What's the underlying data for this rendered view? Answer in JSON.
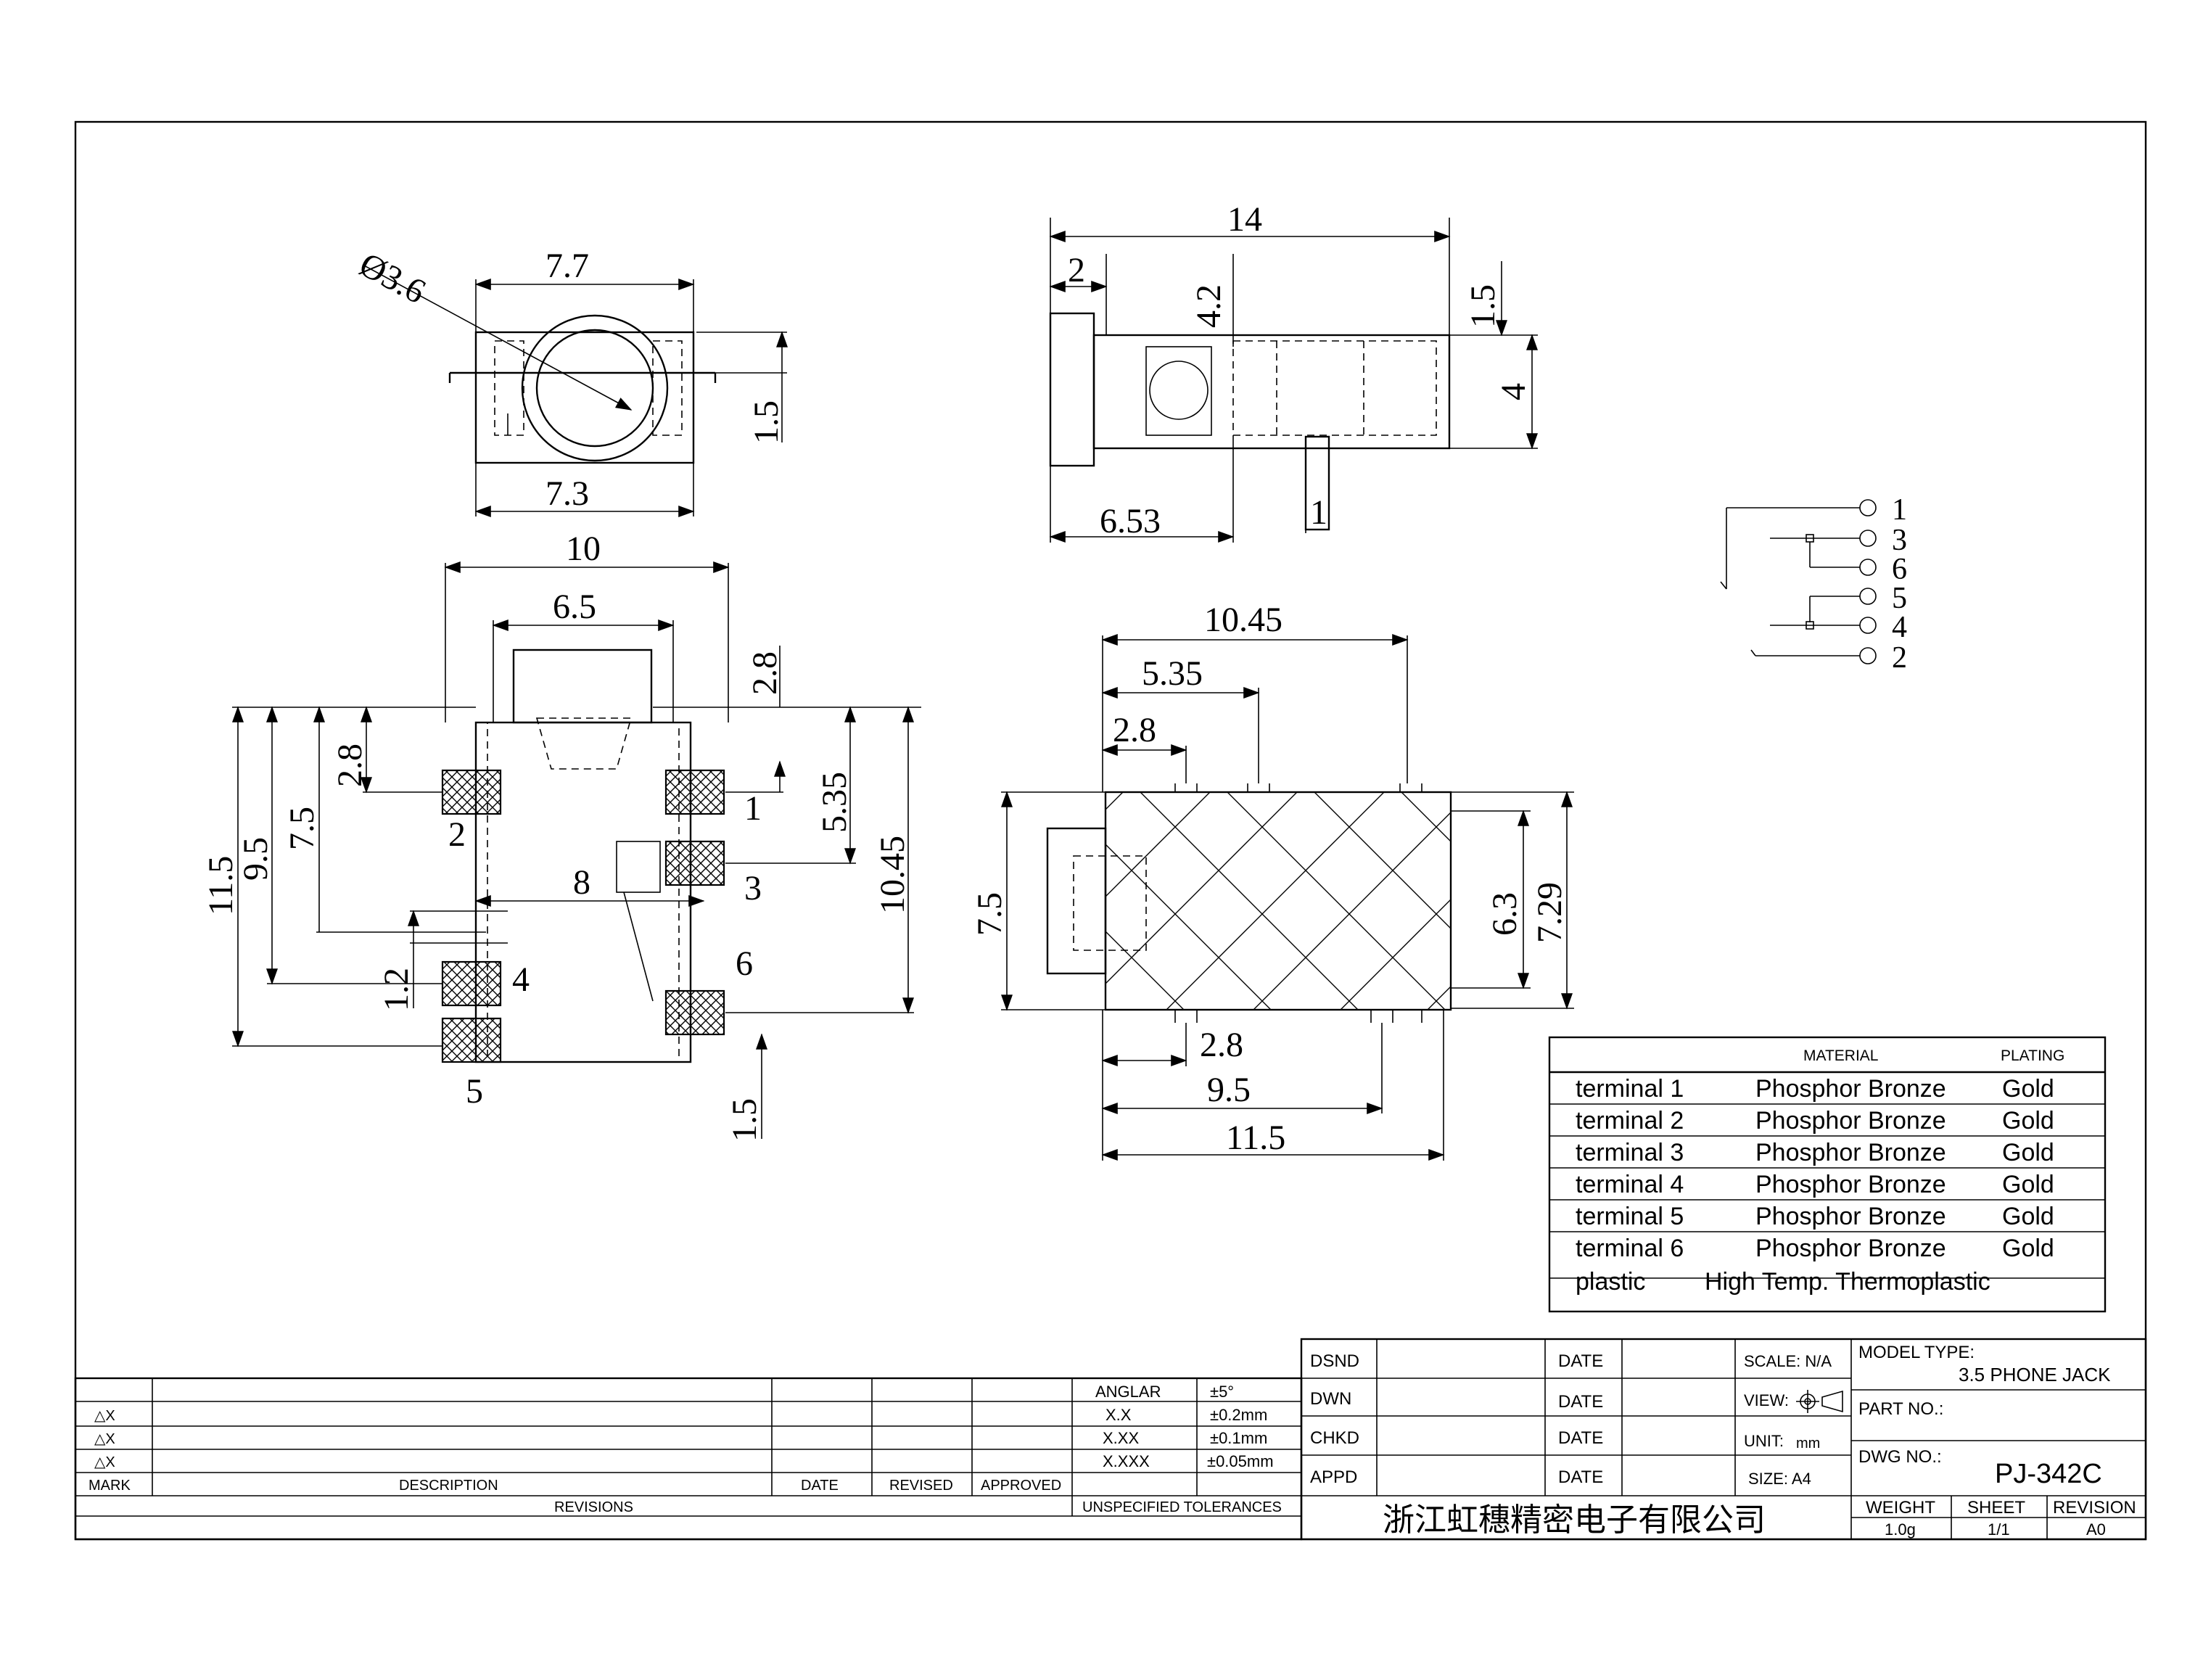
{
  "dimensions": {
    "front": {
      "dia": "Ø3.6",
      "top": "7.7",
      "bottom": "7.3",
      "right": "1.5"
    },
    "side": {
      "overall": "14",
      "front_flange": "2",
      "d42": "4.2",
      "d15": "1.5",
      "height": "4",
      "d653": "6.53",
      "pin": "1"
    },
    "plan": {
      "width": "10",
      "inner": "6.5",
      "d28_top": "2.8",
      "d28_left": "2.8",
      "d535": "5.35",
      "d1045": "10.45",
      "d115": "11.5",
      "d95": "9.5",
      "d75": "7.5",
      "d8": "8",
      "d12": "1.2",
      "d15": "1.5"
    },
    "bottom": {
      "d1045": "10.45",
      "d535": "5.35",
      "d28_top": "2.8",
      "d75": "7.5",
      "d63": "6.3",
      "d729": "7.29",
      "d28_bot": "2.8",
      "d95": "9.5",
      "d115": "11.5"
    }
  },
  "pin_labels": {
    "p1": "1",
    "p2": "2",
    "p3": "3",
    "p4": "4",
    "p5": "5",
    "p6": "6"
  },
  "schematic_labels": [
    "1",
    "3",
    "6",
    "5",
    "4",
    "2"
  ],
  "material_table": {
    "headers": {
      "material": "MATERIAL",
      "plating": "PLATING"
    },
    "rows": [
      {
        "part": "terminal 1",
        "material": "Phosphor Bronze",
        "plating": "Gold"
      },
      {
        "part": "terminal 2",
        "material": "Phosphor Bronze",
        "plating": "Gold"
      },
      {
        "part": "terminal 3",
        "material": "Phosphor Bronze",
        "plating": "Gold"
      },
      {
        "part": "terminal 4",
        "material": "Phosphor Bronze",
        "plating": "Gold"
      },
      {
        "part": "terminal 5",
        "material": "Phosphor Bronze",
        "plating": "Gold"
      },
      {
        "part": "terminal 6",
        "material": "Phosphor Bronze",
        "plating": "Gold"
      }
    ],
    "last_row": {
      "part": "plastic",
      "material": "High Temp. Thermoplastic"
    }
  },
  "revisions": {
    "marks": [
      "△X",
      "△X",
      "△X"
    ],
    "headers": {
      "mark": "MARK",
      "description": "DESCRIPTION",
      "date": "DATE",
      "revised": "REVISED",
      "approved": "APPROVED"
    },
    "footer": "REVISIONS"
  },
  "tolerances": {
    "rows": [
      {
        "label": "ANGLAR",
        "value": "±5°"
      },
      {
        "label": "X.X",
        "value": "±0.2mm"
      },
      {
        "label": "X.XX",
        "value": "±0.1mm"
      },
      {
        "label": "X.XXX",
        "value": "±0.05mm"
      }
    ],
    "footer": "UNSPECIFIED TOLERANCES"
  },
  "title_block": {
    "dsnd": "DSND",
    "dwn": "DWN",
    "chkd": "CHKD",
    "appd": "APPD",
    "date": "DATE",
    "scale": "SCALE: N/A",
    "view": "VIEW:",
    "unit_label": "UNIT:",
    "unit_value": "mm",
    "size": "SIZE: A4",
    "model_type_label": "MODEL TYPE:",
    "model_type": "3.5 PHONE JACK",
    "part_no_label": "PART NO.:",
    "dwg_no_label": "DWG NO.:",
    "dwg_no": "PJ-342C",
    "company": "浙江虹穗精密电子有限公司",
    "weight_label": "WEIGHT",
    "weight": "1.0g",
    "sheet_label": "SHEET",
    "sheet": "1/1",
    "revision_label": "REVISION",
    "revision": "A0"
  }
}
